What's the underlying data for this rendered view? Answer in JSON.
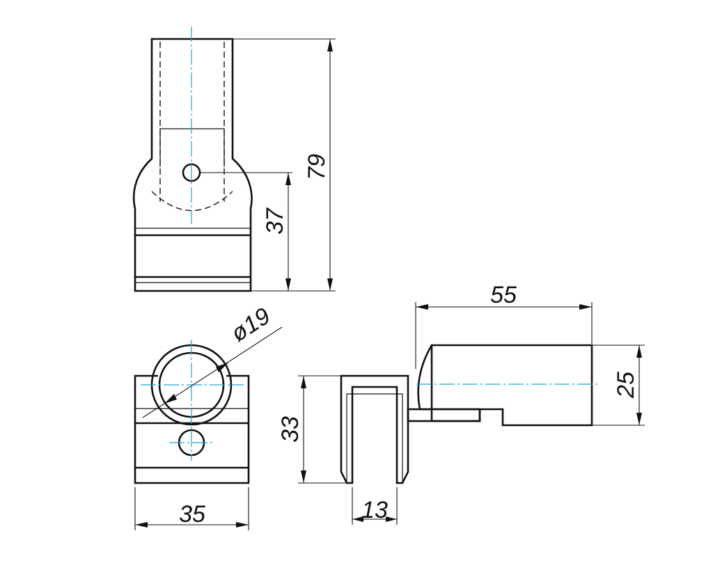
{
  "drawing": {
    "colors": {
      "outline": "#111111",
      "center_line": "#1aa3d9",
      "background": "#ffffff"
    },
    "dimensions": {
      "total_height": "79",
      "pivot_height": "37",
      "tube_diameter": "ø19",
      "block_width": "35",
      "clamp_height": "33",
      "slot_width": "13",
      "arm_length": "55",
      "arm_height": "25"
    }
  }
}
